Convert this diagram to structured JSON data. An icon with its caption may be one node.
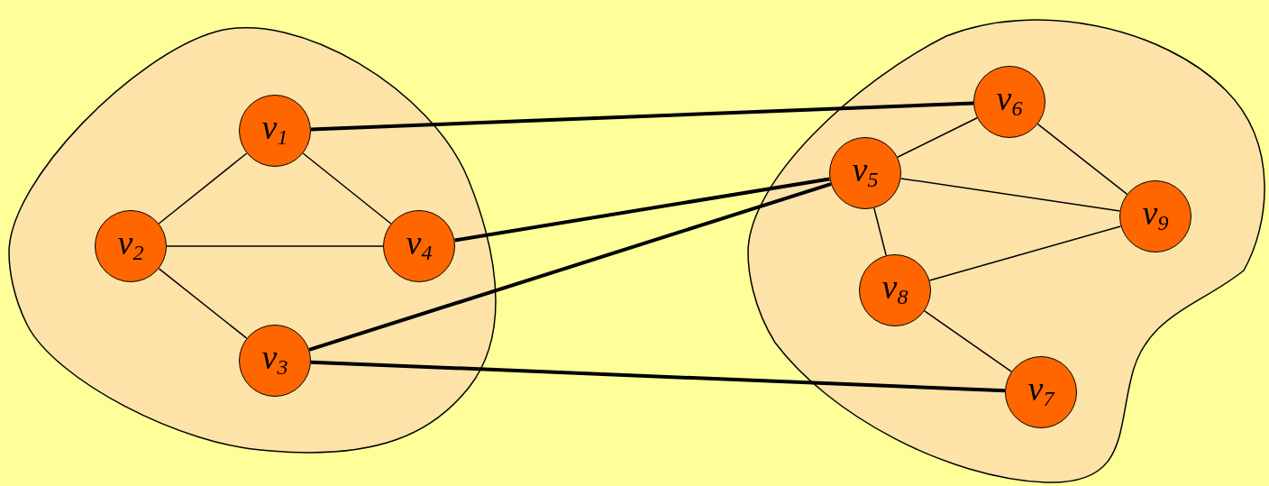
{
  "diagram": {
    "nodes": [
      {
        "text": [],
        "shape": "cloud"
      },
      {
        "text": [
          "v$_{1}$"
        ],
        "in": 0
      },
      {
        "text": [
          "v$_{2}$"
        ],
        "in": 0
      },
      {
        "text": [
          "v$_{3}$"
        ],
        "in": 0
      },
      {
        "text": [
          "v$_{4}$"
        ],
        "in": 0
      },
      {
        "text": [],
        "shape": "cloud"
      },
      {
        "text": [
          "v$_{5}$"
        ],
        "in": 5
      },
      {
        "text": [
          "v$_{6}$"
        ],
        "in": 5
      },
      {
        "text": [
          "v$_{7}$"
        ],
        "in": 5
      },
      {
        "text": [
          "v$_{8}$"
        ],
        "in": 5
      },
      {
        "text": [
          "v$_{9}$"
        ],
        "in": 5
      }
    ],
    "edges": [
      {
        "from": 1,
        "to": 2,
        "arrow": "none"
      },
      {
        "from": 1,
        "to": 4,
        "arrow": "none"
      },
      {
        "from": 2,
        "to": 4,
        "arrow": "none"
      },
      {
        "from": 2,
        "to": 3,
        "arrow": "none"
      },
      {
        "from": 6,
        "to": 7,
        "arrow": "none"
      },
      {
        "from": 7,
        "to": 10,
        "arrow": "none"
      },
      {
        "from": 6,
        "to": 10,
        "arrow": "none"
      },
      {
        "from": 6,
        "to": 9,
        "arrow": "none"
      },
      {
        "from": 9,
        "to": 10,
        "arrow": "none"
      },
      {
        "from": 9,
        "to": 8,
        "arrow": "none"
      },
      {
        "from": 1,
        "to": 7,
        "arrow": "none",
        "style": "thick"
      },
      {
        "from": 4,
        "to": 6,
        "arrow": "none",
        "style": "thick"
      },
      {
        "from": 3,
        "to": 6,
        "arrow": "none",
        "style": "thick"
      },
      {
        "from": 3,
        "to": 8,
        "arrow": "none",
        "style": "thick"
      }
    ]
  }
}
